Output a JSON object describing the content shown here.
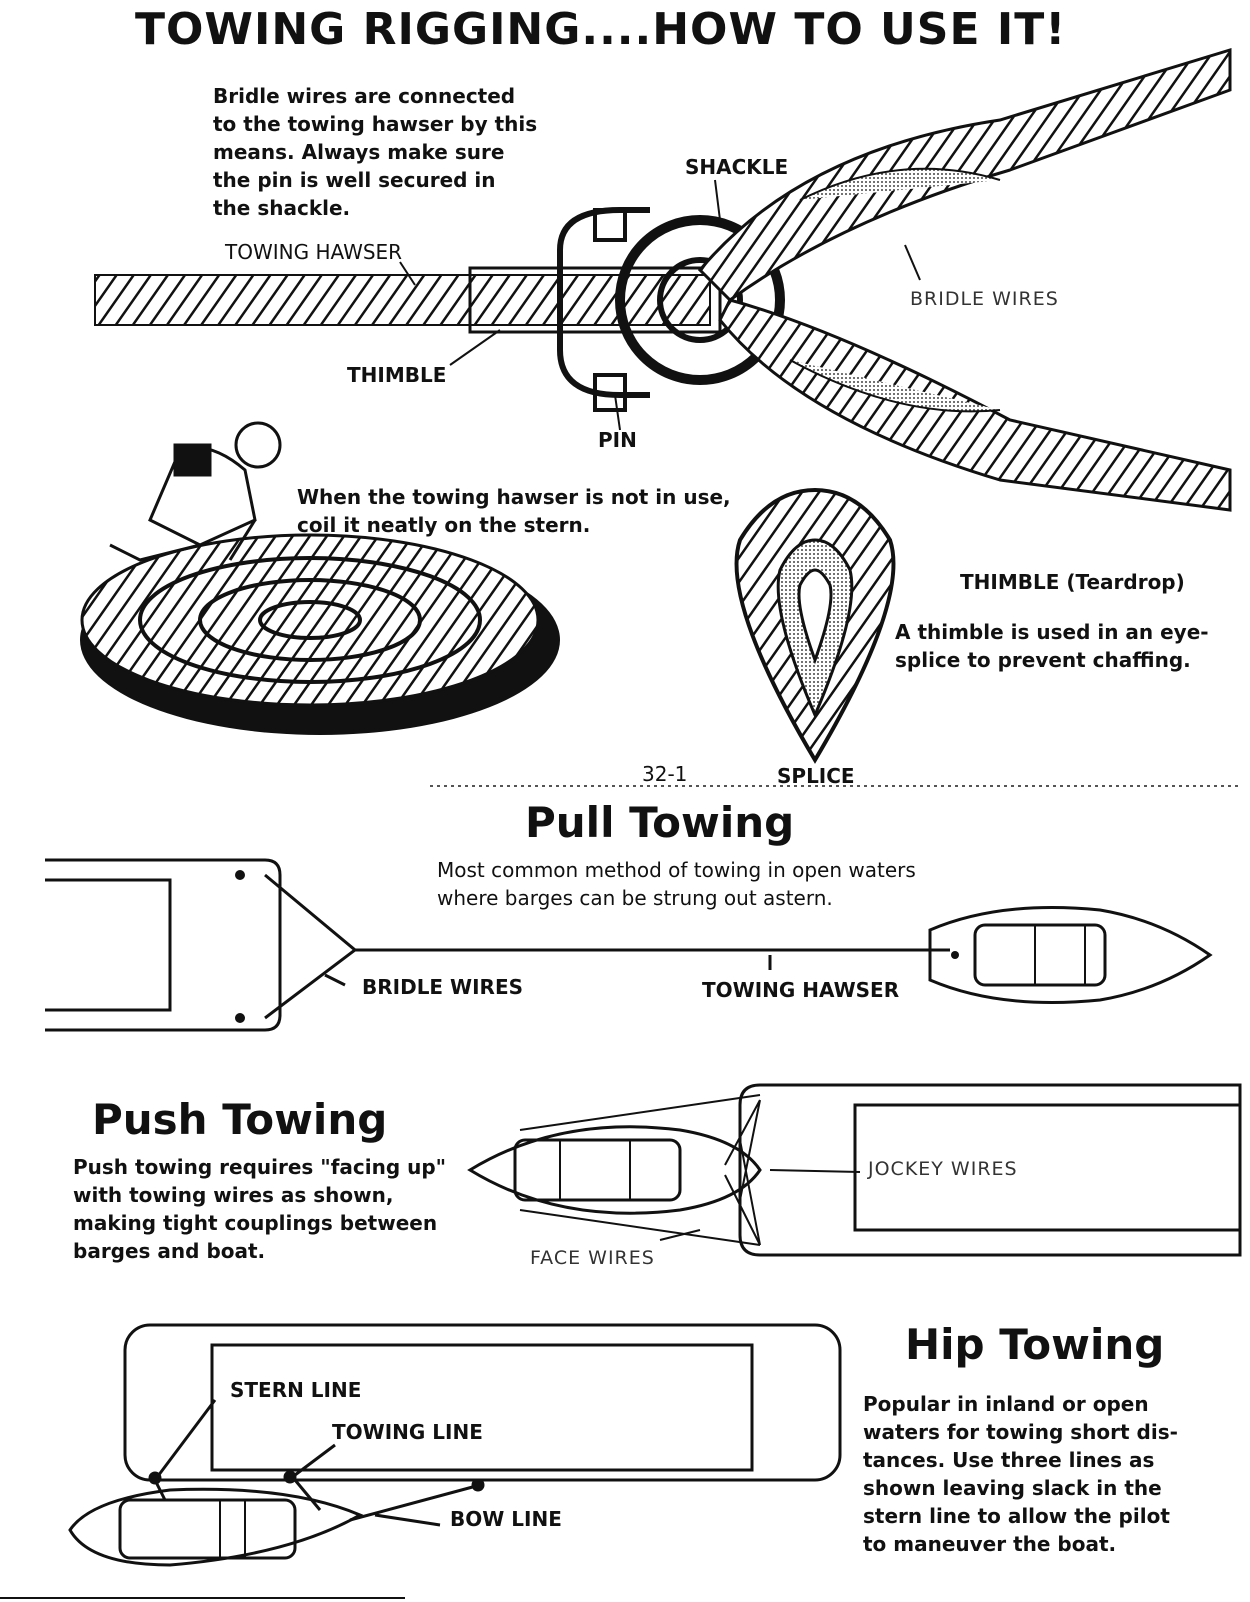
{
  "title": "TOWING RIGGING....HOW TO USE IT!",
  "rigging": {
    "caption": "Bridle wires are connected\nto the towing hawser by this\nmeans.  Always make sure\nthe pin is well secured in\nthe shackle.",
    "labels": {
      "towing_hawser": "TOWING HAWSER",
      "shackle": "SHACKLE",
      "bridle_wires": "BRIDLE WIRES",
      "thimble": "THIMBLE",
      "pin": "PIN"
    }
  },
  "coil": {
    "caption": "When the towing hawser is not in use,\ncoil it neatly on the stern."
  },
  "thimble_detail": {
    "title": "THIMBLE (Teardrop)",
    "caption": "A thimble is used in an eye-\nsplice to prevent chaffing.",
    "splice_label": "SPLICE"
  },
  "page_number": "32-1",
  "pull": {
    "heading": "Pull Towing",
    "caption": "Most common method of towing in open waters\nwhere barges can be strung out astern.",
    "labels": {
      "bridle_wires": "BRIDLE WIRES",
      "towing_hawser": "TOWING HAWSER"
    }
  },
  "push": {
    "heading": "Push Towing",
    "caption": "Push towing requires \"facing up\"\nwith towing wires as shown,\nmaking tight couplings between\nbarges and boat.",
    "labels": {
      "jockey_wires": "JOCKEY WIRES",
      "face_wires": "FACE WIRES"
    }
  },
  "hip": {
    "heading": "Hip Towing",
    "caption": "Popular in inland or open\nwaters for towing short dis-\ntances.  Use three lines as\nshown leaving slack in the\nstern line to allow the pilot\nto maneuver the boat.",
    "labels": {
      "stern_line": "STERN LINE",
      "towing_line": "TOWING LINE",
      "bow_line": "BOW LINE"
    }
  }
}
